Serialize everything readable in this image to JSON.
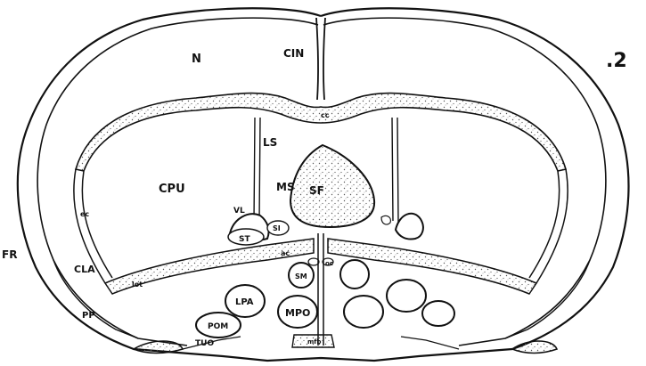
{
  "figure": {
    "number": ".2",
    "colors": {
      "ink": "#111111",
      "paper": "#ffffff",
      "stipple": "#555555"
    }
  },
  "labels": {
    "N": "N",
    "CIN": "CIN",
    "LS": "LS",
    "CPU": "CPU",
    "MS": "MS",
    "SF": "SF",
    "VL": "VL",
    "ST": "ST",
    "SI": "SI",
    "FR": "FR",
    "CLA": "CLA",
    "PP": "PP",
    "LPA": "LPA",
    "MPO": "MPO",
    "POM": "POM",
    "TUO": "TUO",
    "SM": "SM",
    "AC": "ac",
    "CC": "cc",
    "EC": "ec",
    "LOT": "lot",
    "OC": "oc",
    "MFB": "mfb"
  }
}
